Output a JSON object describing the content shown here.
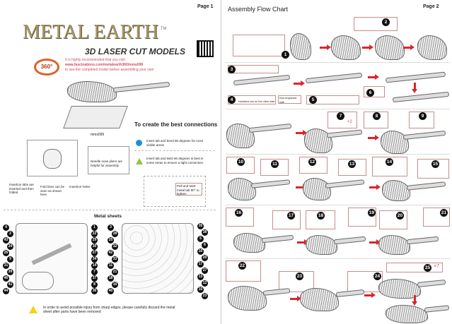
{
  "page1": {
    "page_label": "Page 1",
    "brand": "METAL EARTH",
    "tm": "TM",
    "tagline": "3D LASER CUT MODELS",
    "badge_360": "360°",
    "visit_text": [
      "It is highly recommended that you visit",
      "www.fascinations.com/metalearth360/mms099",
      "to see the completed model before assembling your own"
    ],
    "model_code": "mms099",
    "connections_title": "To create the best connections",
    "tip_circle": "Insert tab and bend 90 degrees for most visible areas",
    "tip_triangle": "Insert tab and twist 90 degrees is best in some areas to ensure a tight connection",
    "pliers_note": "Needle nose pliers are helpful for assembly",
    "twist_note": "Pull and twist metal tab 90° to tighten",
    "callout_tabs": "Insertion tabs are inserted and then folded",
    "callout_fold": "Fold lines can be seen as shown here",
    "callout_holes": "Insertion holes",
    "sheets_title": "Metal sheets",
    "sheet1_left": [
      "4",
      "2",
      "43",
      "24",
      "26",
      "9",
      "31",
      "39",
      "46",
      "41",
      "44"
    ],
    "sheet1_right": [
      "1",
      "22",
      "29",
      "30",
      "27",
      "34",
      "14",
      "7",
      "37",
      "8",
      "36"
    ],
    "sheet2_left": [
      "3",
      "28",
      "25",
      "32",
      "42",
      "33",
      "11",
      "21",
      "18",
      "16",
      "40"
    ],
    "sheet2_right": [
      "35",
      "38",
      "5",
      "6",
      "10",
      "20",
      "17",
      "27",
      "13",
      "12",
      "15",
      "23"
    ],
    "warning": "In order to avoid possible injury from sharp edges, please carefully discard the metal sheet after parts have been removed"
  },
  "page2": {
    "title": "Assembly Flow Chart",
    "page_label": "Page 2",
    "note_numbers": "Numbers are on the other side",
    "note_side": "Non-engraved side",
    "steps": [
      "1",
      "2",
      "3",
      "4",
      "5",
      "6",
      "7",
      "8",
      "9",
      "10",
      "11",
      "12",
      "13",
      "14",
      "15",
      "16",
      "17",
      "18",
      "19",
      "20",
      "21",
      "22",
      "23",
      "24",
      "25"
    ],
    "mult_7": "×2",
    "mult_25": "×7"
  },
  "colors": {
    "arrow": "#d8262b",
    "circle": "#1b8fd6",
    "triangle": "#8cc63f",
    "highlight": "#e88a8a"
  }
}
